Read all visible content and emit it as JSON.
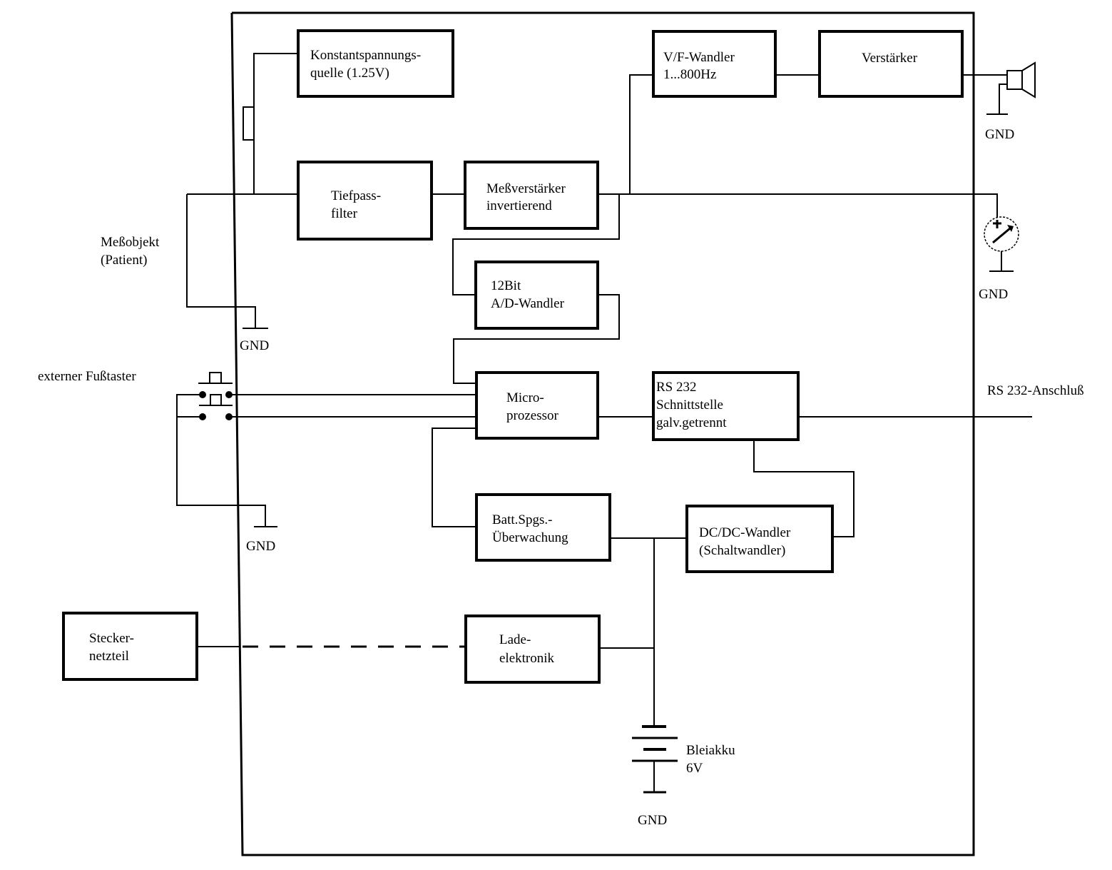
{
  "blocks": {
    "konstantspannung": {
      "line1": "Konstantspannungs-",
      "line2": "quelle (1.25V)"
    },
    "vf_wandler": {
      "line1": "V/F-Wandler",
      "line2": "1...800Hz"
    },
    "verstaerker": {
      "line1": "Verstärker"
    },
    "tiefpass": {
      "line1": "Tiefpass-",
      "line2": "filter"
    },
    "messverstaerker": {
      "line1": "Meßverstärker",
      "line2": "invertierend"
    },
    "ad_wandler": {
      "line1": "12Bit",
      "line2": "A/D-Wandler"
    },
    "microprozessor": {
      "line1": "Micro-",
      "line2": "prozessor"
    },
    "rs232": {
      "line1": "RS 232",
      "line2": "Schnittstelle",
      "line3": "galv.getrennt"
    },
    "batt": {
      "line1": "Batt.Spgs.-",
      "line2": "Überwachung"
    },
    "dcdc": {
      "line1": "DC/DC-Wandler",
      "line2": "(Schaltwandler)"
    },
    "ladeelektronik": {
      "line1": "Lade-",
      "line2": "elektronik"
    },
    "steckernetzteil": {
      "line1": "Stecker-",
      "line2": "netzteil"
    }
  },
  "labels": {
    "messobjekt_line1": "Meßobjekt",
    "messobjekt_line2": "(Patient)",
    "fusstaster": "externer Fußtaster",
    "rs232_anschluss": "RS 232-Anschluß",
    "bleiakku_line1": "Bleiakku",
    "bleiakku_line2": "6V",
    "gnd": "GND"
  },
  "icons": {
    "speaker": "speaker-icon",
    "meter": "meter-icon",
    "battery": "battery-icon",
    "ground": "ground-icon",
    "footswitch": "footswitch-icon",
    "resistor": "resistor-icon"
  }
}
